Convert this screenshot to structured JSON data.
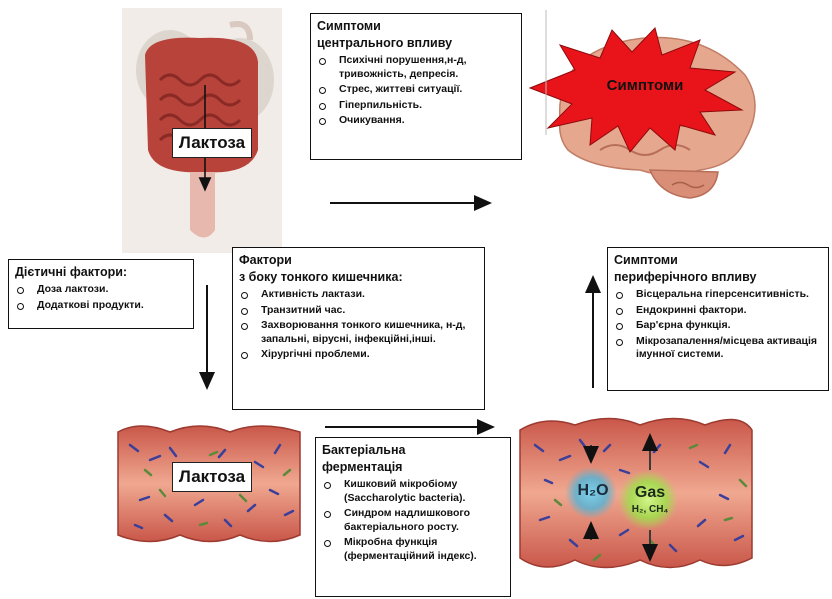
{
  "central": {
    "title_line1": "Симптоми",
    "title_line2": "центрального впливу",
    "items": [
      "Психічні порушення,н-д, тривожність, депресія.",
      "Стрес, життеві ситуації.",
      "Гіперпильність.",
      "Очикування."
    ]
  },
  "brain": {
    "burst_label": "Симптоми"
  },
  "lactose_top": "Лактоза",
  "lactose_bottom": "Лактоза",
  "dietary": {
    "title": "Дієтичні фактори:",
    "items": [
      "Доза лактози.",
      "Додаткові продукти."
    ]
  },
  "small_intestine": {
    "title_line1": "Фактори",
    "title_line2": "з боку тонкого кишечника:",
    "items": [
      "Активність лактази.",
      "Транзитний час.",
      "Захворювання тонкого кишечника, н-д, запальні, вірусні, інфекційні,інші.",
      "Хірургічні проблеми."
    ]
  },
  "peripheral": {
    "title_line1": "Симптоми",
    "title_line2": "периферічного впливу",
    "items": [
      "Вісцеральна гіперсенситивність.",
      "Ендокринні фактори.",
      "Бар'єрна функція.",
      "Мікрозапалення/місцева активація імунної системи."
    ]
  },
  "bacterial": {
    "title_line1": "Бактеріальна",
    "title_line2": "ферментація",
    "items": [
      "Кишковий мікробіому (Saccharolytic bacteria).",
      "Синдром надлишкового бактеріального росту.",
      "Мікробна функція (ферментаційний індекс)."
    ]
  },
  "colon_right": {
    "h2o": "H₂O",
    "gas": "Gas",
    "gas_sub": "H₂, CH₄"
  },
  "colors": {
    "intestine": "#c0524a",
    "colon": "#e89a84",
    "burst": "#e8141a",
    "brain": "#e6a78f",
    "h2o_glow": "#4fb4d8",
    "gas_glow": "#9ee04a"
  }
}
